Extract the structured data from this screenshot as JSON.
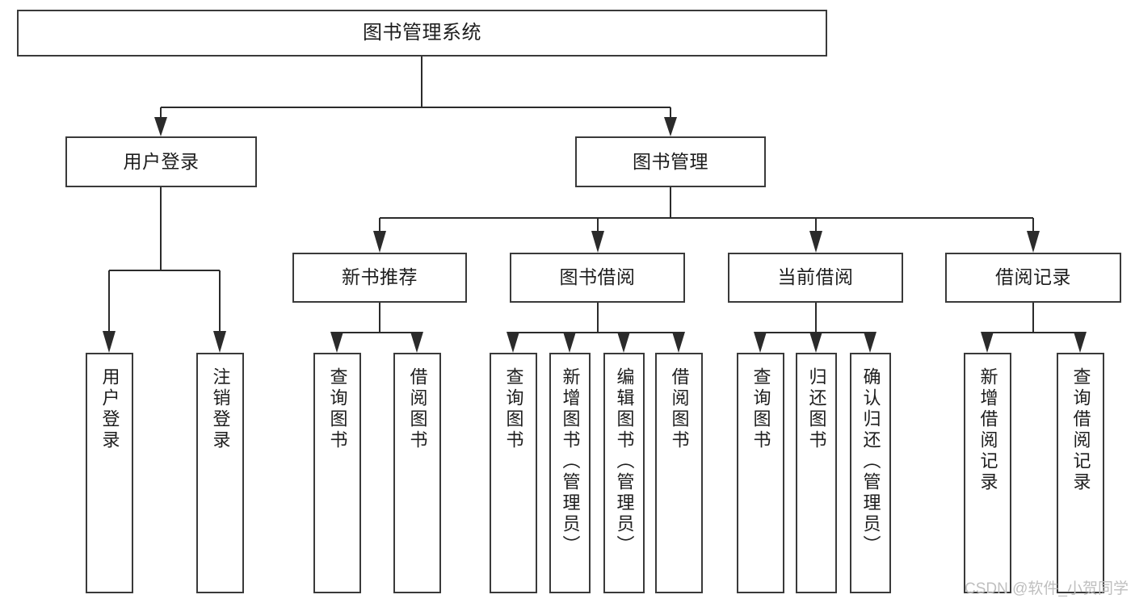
{
  "diagram": {
    "title": "图书管理系统",
    "watermark": "CSDN @软件_小贺同学",
    "type": "tree",
    "orientation": "top-down",
    "box_fill": "#ffffff",
    "box_stroke": "#3a3a3a",
    "connector_color": "#2b2b2b",
    "watermark_color": "#bfbfbf"
  },
  "nodes": {
    "root": {
      "label": "图书管理系统"
    },
    "level2": [
      {
        "label": "用户登录"
      },
      {
        "label": "图书管理"
      }
    ],
    "level3": [
      {
        "label": "新书推荐"
      },
      {
        "label": "图书借阅"
      },
      {
        "label": "当前借阅"
      },
      {
        "label": "借阅记录"
      }
    ],
    "leaves": {
      "user_login": [
        {
          "label": "用户登录"
        },
        {
          "label": "注销登录"
        }
      ],
      "new_book_recommend": [
        {
          "label": "查询图书"
        },
        {
          "label": "借阅图书"
        }
      ],
      "book_borrow": [
        {
          "label": "查询图书"
        },
        {
          "label": "新增图书（管理员）"
        },
        {
          "label": "编辑图书（管理员）"
        },
        {
          "label": "借阅图书"
        }
      ],
      "current_borrow": [
        {
          "label": "查询图书"
        },
        {
          "label": "归还图书"
        },
        {
          "label": "确认归还（管理员）"
        }
      ],
      "borrow_record": [
        {
          "label": "新增借阅记录"
        },
        {
          "label": "查询借阅记录"
        }
      ]
    }
  }
}
